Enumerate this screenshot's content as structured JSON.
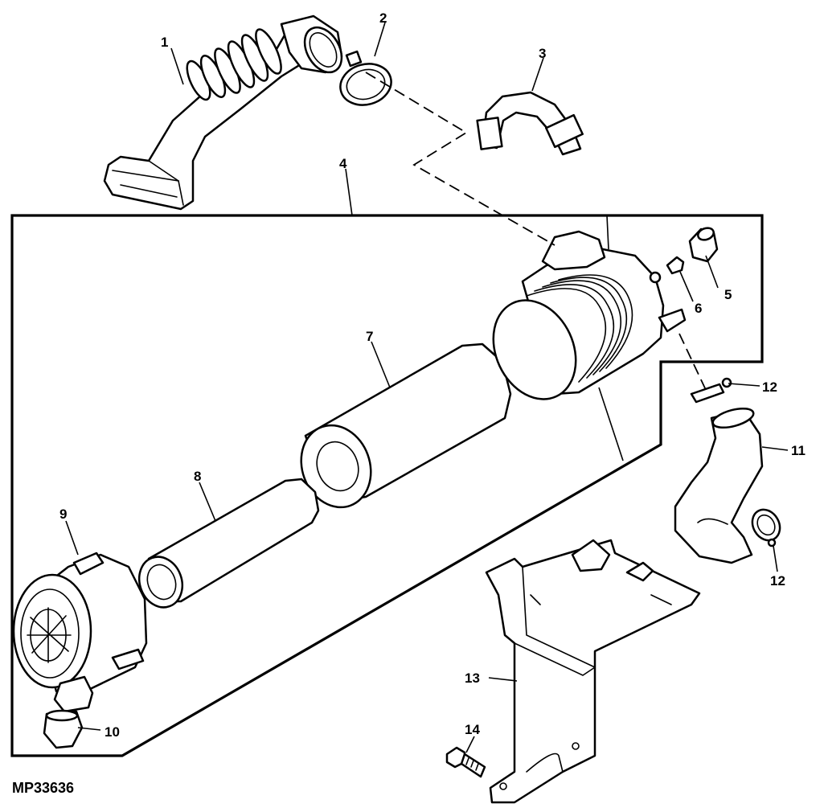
{
  "figure_id": "MP33636",
  "callouts": {
    "c1": "1",
    "c2": "2",
    "c3": "3",
    "c4": "4",
    "c5": "5",
    "c6": "6",
    "c7": "7",
    "c8": "8",
    "c9": "9",
    "c10": "10",
    "c11": "11",
    "c12a": "12",
    "c12b": "12",
    "c13": "13",
    "c14": "14"
  }
}
